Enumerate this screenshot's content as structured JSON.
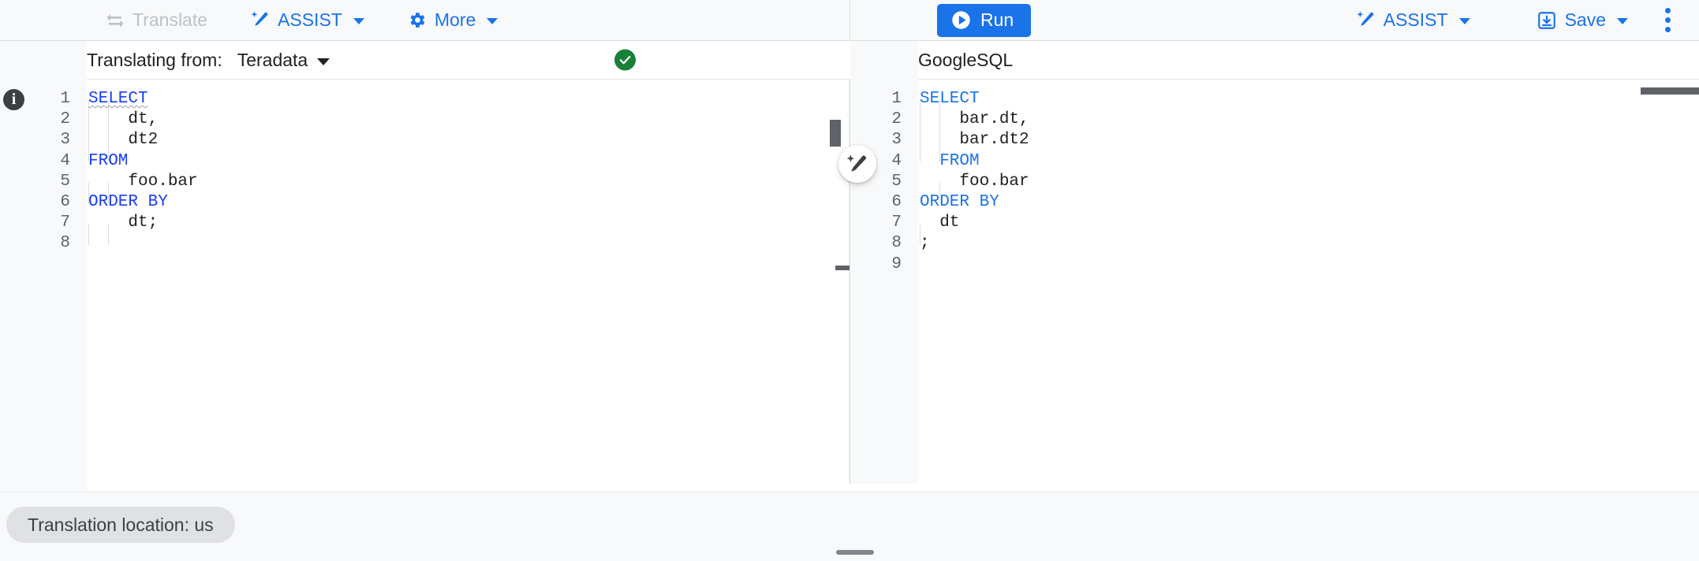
{
  "toolbar": {
    "left": [
      {
        "name": "translate",
        "label": "Translate",
        "icon": "translate-swap-icon",
        "disabled": true,
        "caret": false
      },
      {
        "name": "assist",
        "label": "ASSIST",
        "icon": "magic-wand-icon",
        "disabled": false,
        "caret": true
      },
      {
        "name": "more",
        "label": "More",
        "icon": "gear-icon",
        "disabled": false,
        "caret": true
      }
    ],
    "run_label": "Run",
    "run_icon": "play-circle-icon",
    "right": [
      {
        "name": "assist",
        "label": "ASSIST",
        "icon": "magic-wand-icon",
        "caret": true
      },
      {
        "name": "save",
        "label": "Save",
        "icon": "save-download-icon",
        "caret": true
      }
    ],
    "kebab_icon": "more-vert-icon",
    "accent_color": "#1a73e8"
  },
  "source_pane": {
    "translating_from_label": "Translating from:",
    "dialect": "Teradata",
    "dropdown_icon": "chevron-down-icon",
    "status_icon": "check-circle-icon",
    "status_color": "#188038",
    "info_icon": "info-icon",
    "line_numbers": [
      "1",
      "2",
      "3",
      "4",
      "5",
      "6",
      "7",
      "8"
    ],
    "code_lines": [
      {
        "segments": [
          {
            "text": "SELECT",
            "style": "keyword-squiggly"
          }
        ]
      },
      {
        "segments": [
          {
            "text": "    dt,",
            "style": "plain"
          }
        ]
      },
      {
        "segments": [
          {
            "text": "    dt2",
            "style": "plain"
          }
        ]
      },
      {
        "segments": [
          {
            "text": "FROM",
            "style": "keyword"
          }
        ]
      },
      {
        "segments": [
          {
            "text": "    foo.bar",
            "style": "plain"
          }
        ]
      },
      {
        "segments": [
          {
            "text": "ORDER BY",
            "style": "keyword"
          }
        ]
      },
      {
        "segments": [
          {
            "text": "    dt;",
            "style": "plain"
          }
        ]
      },
      {
        "segments": [
          {
            "text": "",
            "style": "plain"
          }
        ]
      }
    ],
    "keyword_color": "#1a3ef0"
  },
  "target_pane": {
    "dialect": "GoogleSQL",
    "line_numbers": [
      "1",
      "2",
      "3",
      "4",
      "5",
      "6",
      "7",
      "8",
      "9"
    ],
    "code_lines": [
      {
        "segments": [
          {
            "text": "SELECT",
            "style": "keyword"
          }
        ]
      },
      {
        "segments": [
          {
            "text": "    bar.dt,",
            "style": "plain"
          }
        ]
      },
      {
        "segments": [
          {
            "text": "    bar.dt2",
            "style": "plain"
          }
        ]
      },
      {
        "segments": [
          {
            "text": "  FROM",
            "style": "keyword"
          }
        ]
      },
      {
        "segments": [
          {
            "text": "    foo.bar",
            "style": "plain"
          }
        ]
      },
      {
        "segments": [
          {
            "text": "ORDER BY",
            "style": "keyword"
          }
        ]
      },
      {
        "segments": [
          {
            "text": "  dt",
            "style": "plain"
          }
        ]
      },
      {
        "segments": [
          {
            "text": ";",
            "style": "plain"
          }
        ]
      },
      {
        "segments": [
          {
            "text": "",
            "style": "plain"
          }
        ]
      }
    ],
    "keyword_color": "#1a73e8"
  },
  "center": {
    "wand_button_icon": "magic-wand-edit-icon"
  },
  "statusbar": {
    "location_chip": "Translation location: us",
    "drag_handle_icon": "resize-handle-icon"
  }
}
